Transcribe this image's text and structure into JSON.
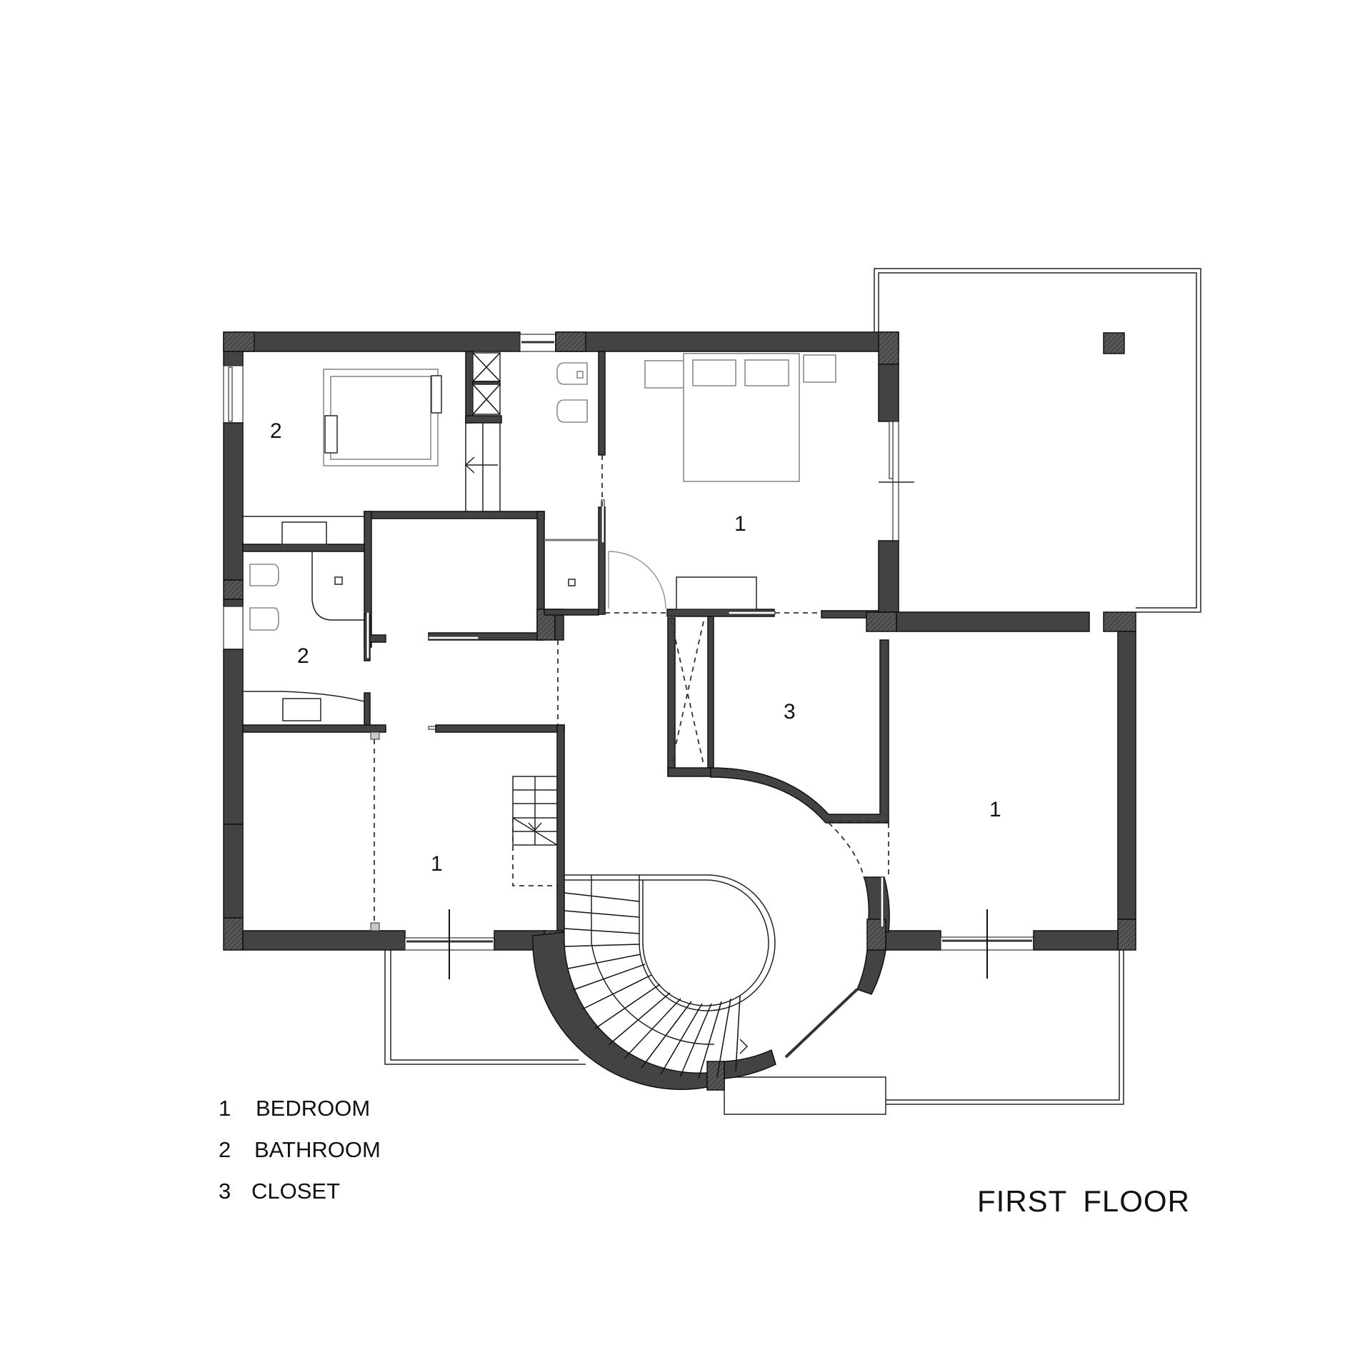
{
  "title": "FIRST  FLOOR",
  "colors": {
    "wall": "#434343",
    "background": "#ffffff",
    "text": "#111111"
  },
  "rooms": [
    {
      "id": "bathroom-top-left",
      "number": "2"
    },
    {
      "id": "bedroom-master",
      "number": "1"
    },
    {
      "id": "bathroom-mid-left",
      "number": "2"
    },
    {
      "id": "closet",
      "number": "3"
    },
    {
      "id": "bedroom-right",
      "number": "1"
    },
    {
      "id": "bedroom-left",
      "number": "1"
    }
  ],
  "legend": [
    {
      "number": "1",
      "label": "BEDROOM"
    },
    {
      "number": "2",
      "label": "BATHROOM"
    },
    {
      "number": "3",
      "label": "CLOSET"
    }
  ]
}
